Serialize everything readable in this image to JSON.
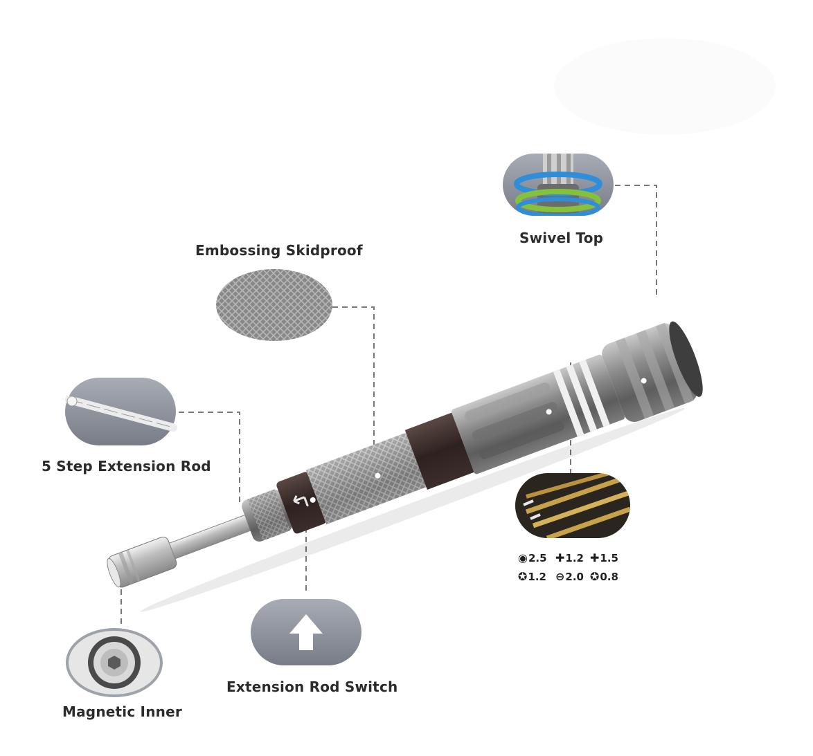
{
  "labels": {
    "swivel_top": "Swivel Top",
    "embossing": "Embossing Skidproof",
    "extension_rod": "5 Step Extension Rod",
    "magnetic_inner": "Magnetic Inner",
    "rod_switch": "Extension Rod Switch"
  },
  "bit_sizes": [
    {
      "glyph": "◉",
      "value": "2.5"
    },
    {
      "glyph": "✚",
      "value": "1.2"
    },
    {
      "glyph": "✚",
      "value": "1.5"
    },
    {
      "glyph": "✪",
      "value": "1.2"
    },
    {
      "glyph": "⊖",
      "value": "2.0"
    },
    {
      "glyph": "✪",
      "value": "0.8"
    }
  ],
  "colors": {
    "callout_bg": "#8a8f99",
    "dash_line": "#777777",
    "body_dark": "#6a6a6a",
    "ring": "#3a2c28",
    "bit_gold": "#c8a24a"
  },
  "icons": {
    "switch_arrow": "up-arrow-icon"
  }
}
